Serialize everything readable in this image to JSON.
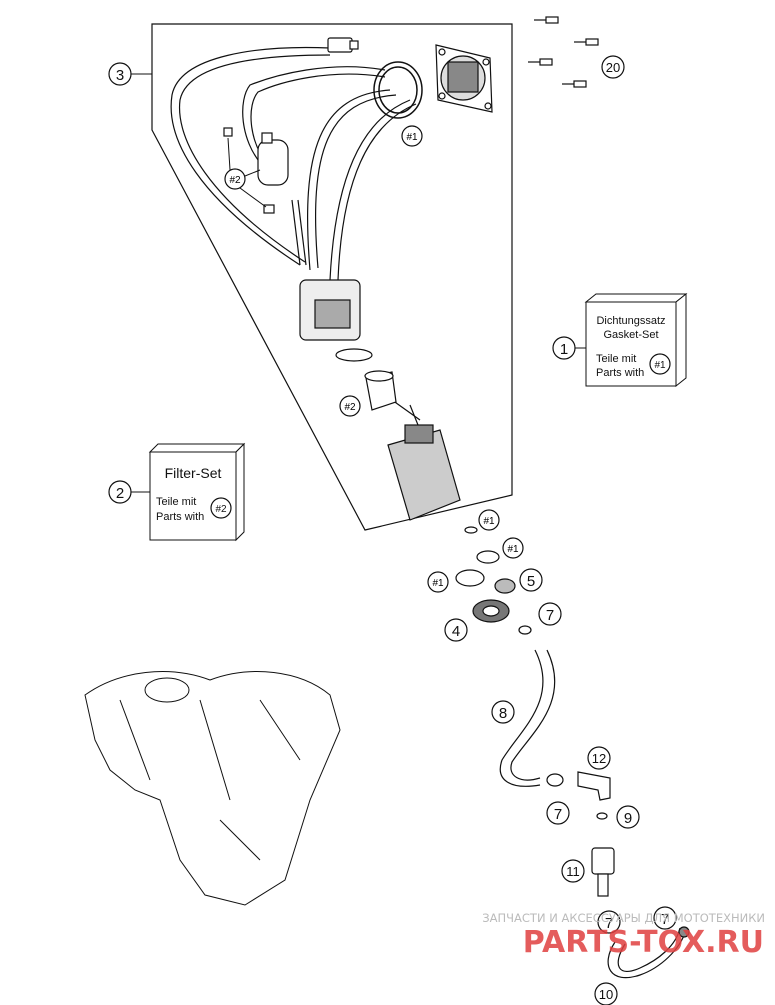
{
  "callouts": [
    {
      "id": "c1",
      "label": "1"
    },
    {
      "id": "c2",
      "label": "2"
    },
    {
      "id": "c3",
      "label": "3"
    },
    {
      "id": "c4",
      "label": "4"
    },
    {
      "id": "c5",
      "label": "5"
    },
    {
      "id": "c7a",
      "label": "7"
    },
    {
      "id": "c7b",
      "label": "7"
    },
    {
      "id": "c7c",
      "label": "7"
    },
    {
      "id": "c7d",
      "label": "7"
    },
    {
      "id": "c8",
      "label": "8"
    },
    {
      "id": "c9",
      "label": "9"
    },
    {
      "id": "c10",
      "label": "10"
    },
    {
      "id": "c11",
      "label": "11"
    },
    {
      "id": "c12",
      "label": "12"
    },
    {
      "id": "c20",
      "label": "20"
    }
  ],
  "refs": {
    "r1": "#1",
    "r2": "#2",
    "r3": "#1",
    "r4": "#1",
    "r5": "#1",
    "r6": "#2",
    "r7": "#2"
  },
  "gasket_set": {
    "title_de": "Dichtungssatz",
    "title_en": "Gasket-Set",
    "line1": "Teile mit",
    "line2": "Parts with",
    "ref": "#1"
  },
  "filter_set": {
    "title": "Filter-Set",
    "line1": "Teile mit",
    "line2": "Parts with",
    "ref": "#2"
  },
  "watermark": {
    "caption": "ЗАПЧАСТИ И АКСЕССУАРЫ ДЛЯ МОТОТЕХНИКИ",
    "logo": "PARTS-TOX.RU"
  },
  "colors": {
    "line": "#111111",
    "fill": "#ffffff",
    "watermark": "#e04040"
  }
}
